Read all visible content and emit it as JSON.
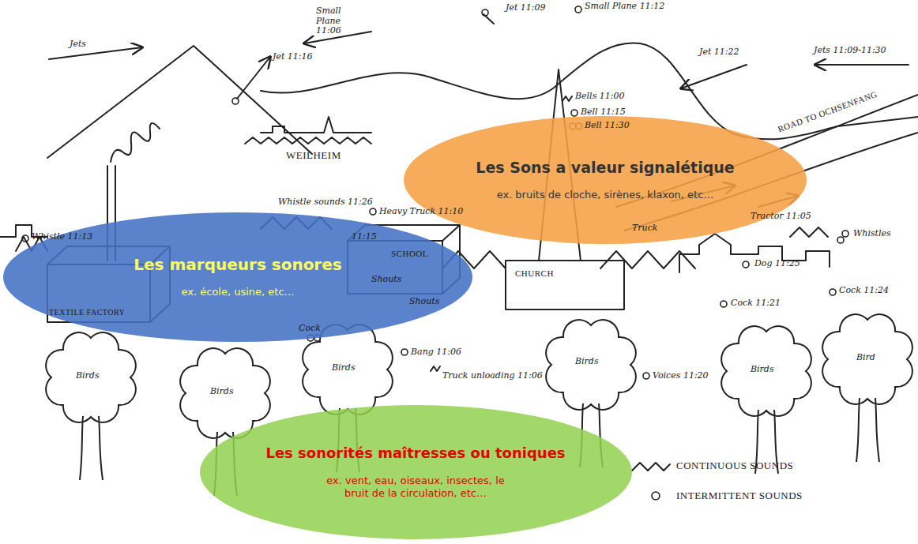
{
  "diagram": {
    "nodes": [
      {
        "text": [
          "Les Sons a valeur signalétique",
          "ex. bruits de cloche, sirènes, klaxon, etc…"
        ]
      },
      {
        "text": [
          "Les marqueurs sonores",
          "ex. école, usine, etc…"
        ]
      },
      {
        "text": [
          "Les sonorités maîtresses ou toniques",
          "ex. vent, eau, oiseaux, insectes, le bruit de la circulation, etc…"
        ]
      }
    ],
    "labels": [
      "Jets",
      "Small Plane 11:06",
      "Jet 11:09",
      "Small Plane 11:12",
      "Jet 11:16",
      "Jet 11:22",
      "Jets 11:09-11:30",
      "Bells 11:00",
      "Bell 11:15",
      "Bell 11:30",
      "WEILHEIM",
      "Whistle 11:13",
      "Whistle sounds 11:26",
      "Heavy Truck 11:10",
      "ROAD TO OCHSENFANG",
      "Truck",
      "Tractor 11:05",
      "Whistles",
      "TEXTILE FACTORY",
      "11:15",
      "SCHOOL",
      "Shouts",
      "Shouts",
      "Cock",
      "CHURCH",
      "Dog 11:25",
      "Cock 11:21",
      "Cock 11:24",
      "Bang 11:06",
      "Truck unloading 11:06",
      "Voices 11:20",
      "Birds",
      "Birds",
      "Birds",
      "Birds",
      "Birds",
      "Bird"
    ],
    "legend": [
      {
        "text": "CONTINUOUS SOUNDS"
      },
      {
        "text": "INTERMITTENT SOUNDS"
      }
    ]
  }
}
